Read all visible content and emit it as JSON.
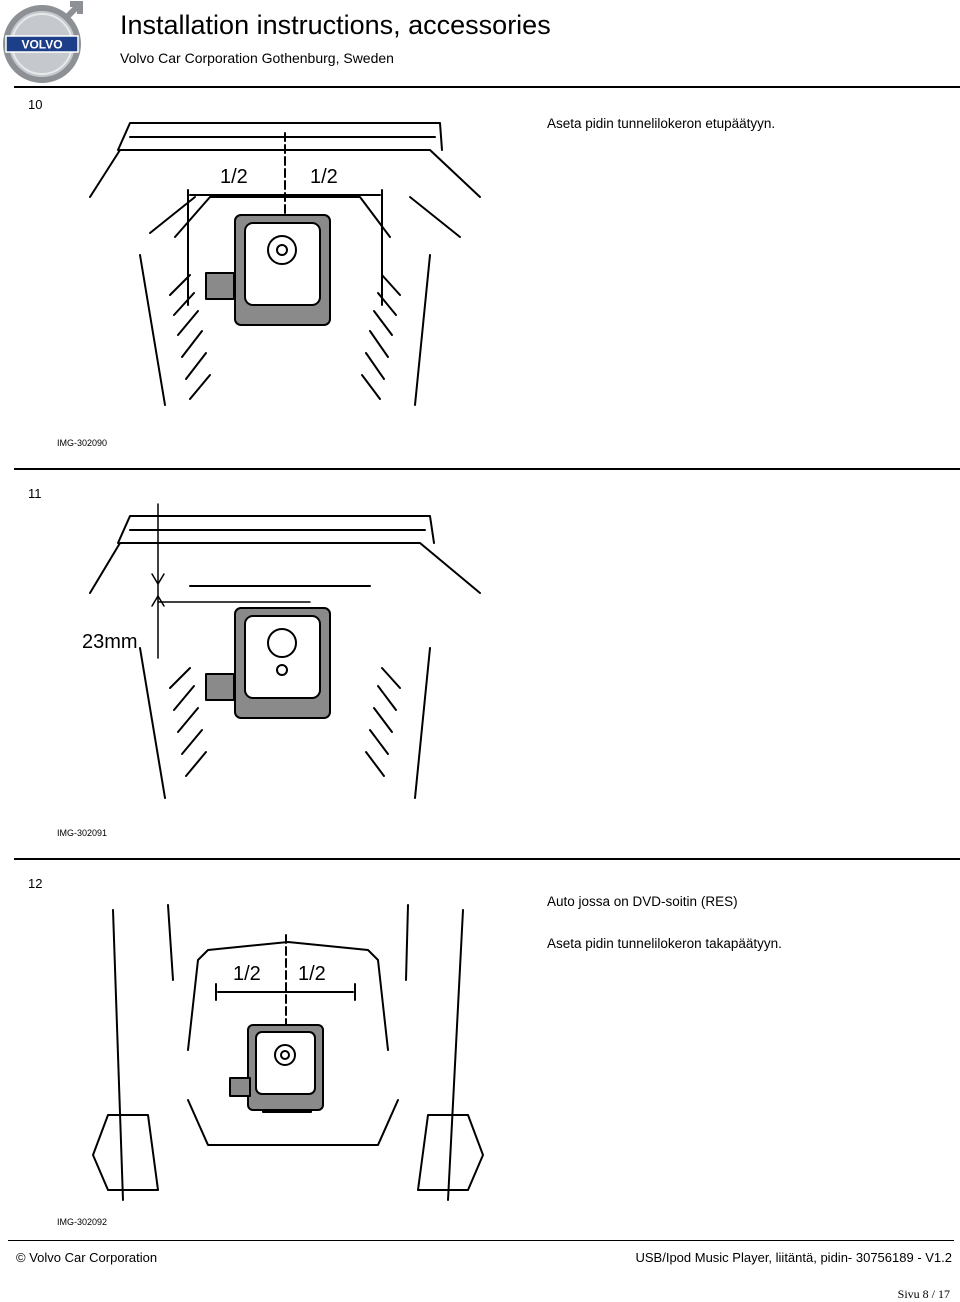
{
  "header": {
    "title": "Installation instructions, accessories",
    "subtitle": "Volvo Car Corporation Gothenburg, Sweden",
    "logo_text": "VOLVO"
  },
  "steps": [
    {
      "number": "10",
      "captions": [
        "Aseta pidin tunnelilokeron etupäätyyn."
      ],
      "image_id": "IMG-302090",
      "labels": [
        "1/2",
        "1/2"
      ]
    },
    {
      "number": "11",
      "captions": [],
      "image_id": "IMG-302091",
      "labels": [
        "23mm"
      ]
    },
    {
      "number": "12",
      "captions": [
        "Auto jossa on DVD-soitin (RES)",
        "Aseta pidin tunnelilokeron takapäätyyn."
      ],
      "image_id": "IMG-302092",
      "labels": [
        "1/2",
        "1/2"
      ]
    }
  ],
  "footer": {
    "left": "© Volvo Car Corporation",
    "right": "USB/Ipod Music Player, liitäntä, pidin- 30756189 - V1.2",
    "page": "Sivu 8 / 17"
  },
  "colors": {
    "logo_blue": "#1d3f8a",
    "logo_silver": "#a9adb3",
    "illustration_gray": "#8a8a8a"
  }
}
